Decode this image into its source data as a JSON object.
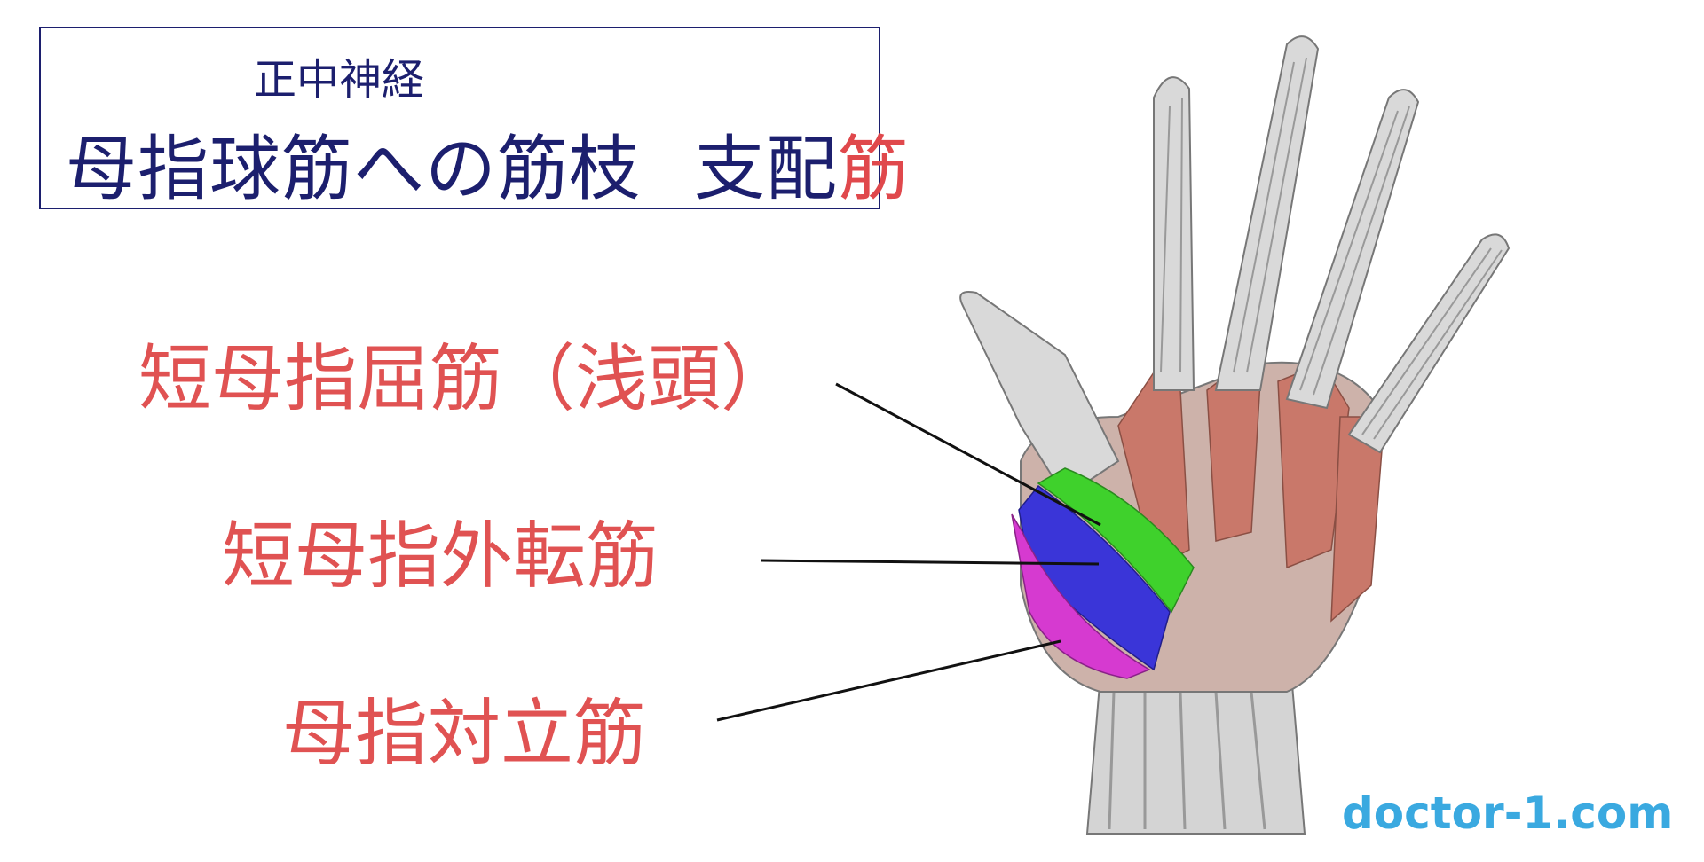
{
  "title": {
    "sub": "正中神経",
    "main_part1": "母指球筋への筋枝",
    "main_part2": "支配",
    "main_accent": "筋"
  },
  "labels": {
    "flexor_pollicis_brevis": "短母指屈筋（浅頭）",
    "abductor_pollicis_brevis": "短母指外転筋",
    "opponens_pollicis": "母指対立筋"
  },
  "footer": {
    "url": "doctor-1.com"
  },
  "colors": {
    "title_text": "#1c1f6e",
    "label_text": "#e05252",
    "accent": "#e0484c",
    "url": "#3aa9e0",
    "muscle_green": "#3fd12c",
    "muscle_blue": "#3a35d8",
    "muscle_magenta": "#d63ad0",
    "muscle_red": "#c9786a",
    "tendon_gray": "#d9d9d9"
  }
}
